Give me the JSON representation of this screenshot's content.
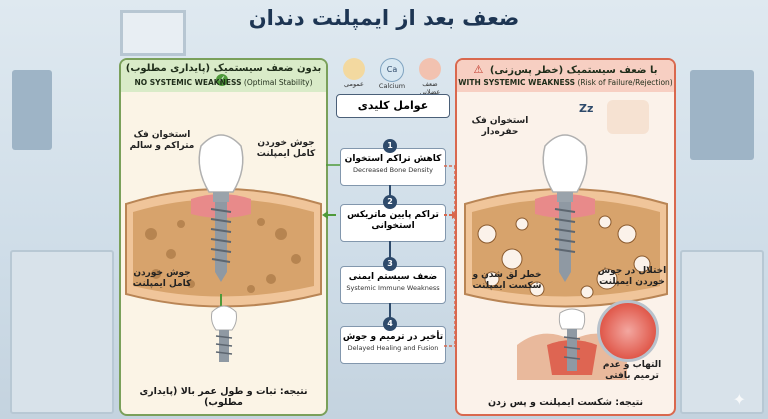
{
  "title": "ضعف بعد از ایمپلنت دندان",
  "left": {
    "header_fa": "بدون ضعف سیستمیک (پایداری مطلوب)",
    "header_en_bold": "NO SYSTEMIC WEAKNESS",
    "header_en_rest": "(Optimal Stability)",
    "label_bone": "استخوان فک متراکم و سالم",
    "label_fusion_top": "جوش خوردن کامل ایمپلنت",
    "label_fusion_bottom": "جوش خوردن کامل ایمپلنت",
    "conclusion": "نتیجه: ثبات و طول عمر بالا (پایداری مطلوب)"
  },
  "center": {
    "icon_general": "عمومی",
    "icon_calcium": "Calcium",
    "icon_calcium_sym": "Ca",
    "icon_muscle": "ضعف عضلانی",
    "key_factors": "عوامل کلیدی",
    "steps": [
      {
        "num": "1",
        "fa": "کاهش تراکم استخوان",
        "en": "Decreased Bone Density"
      },
      {
        "num": "2",
        "fa": "تراکم پایین ماتریکس استخوانی",
        "en": ""
      },
      {
        "num": "3",
        "fa": "ضعف سیستم ایمنی",
        "en": "Systemic Immune Weakness"
      },
      {
        "num": "4",
        "fa": "تأخیر در ترمیم و جوش",
        "en": "Delayed Healing and Fusion"
      }
    ]
  },
  "right": {
    "header_fa": "با ضعف سیستمیک (خطر پس‌زنی)",
    "header_en_bold": "WITH SYSTEMIC WEAKNESS",
    "header_en_rest": "(Risk of Failure/Rejection)",
    "zz": "Zz",
    "label_bone": "استخوان فک حفره‌دار",
    "label_risk": "خطر لق شدن و شکست ایمپلنت",
    "label_fusion": "اختلال در جوش خوردن ایمپلنت",
    "label_inflam": "التهاب و عدم ترمیم بافتی",
    "conclusion": "نتیجه: شکست ایمپلنت و پس زدن"
  },
  "colors": {
    "good": "#4f9a3a",
    "bad": "#d9684e",
    "navy": "#2e4a6b"
  }
}
